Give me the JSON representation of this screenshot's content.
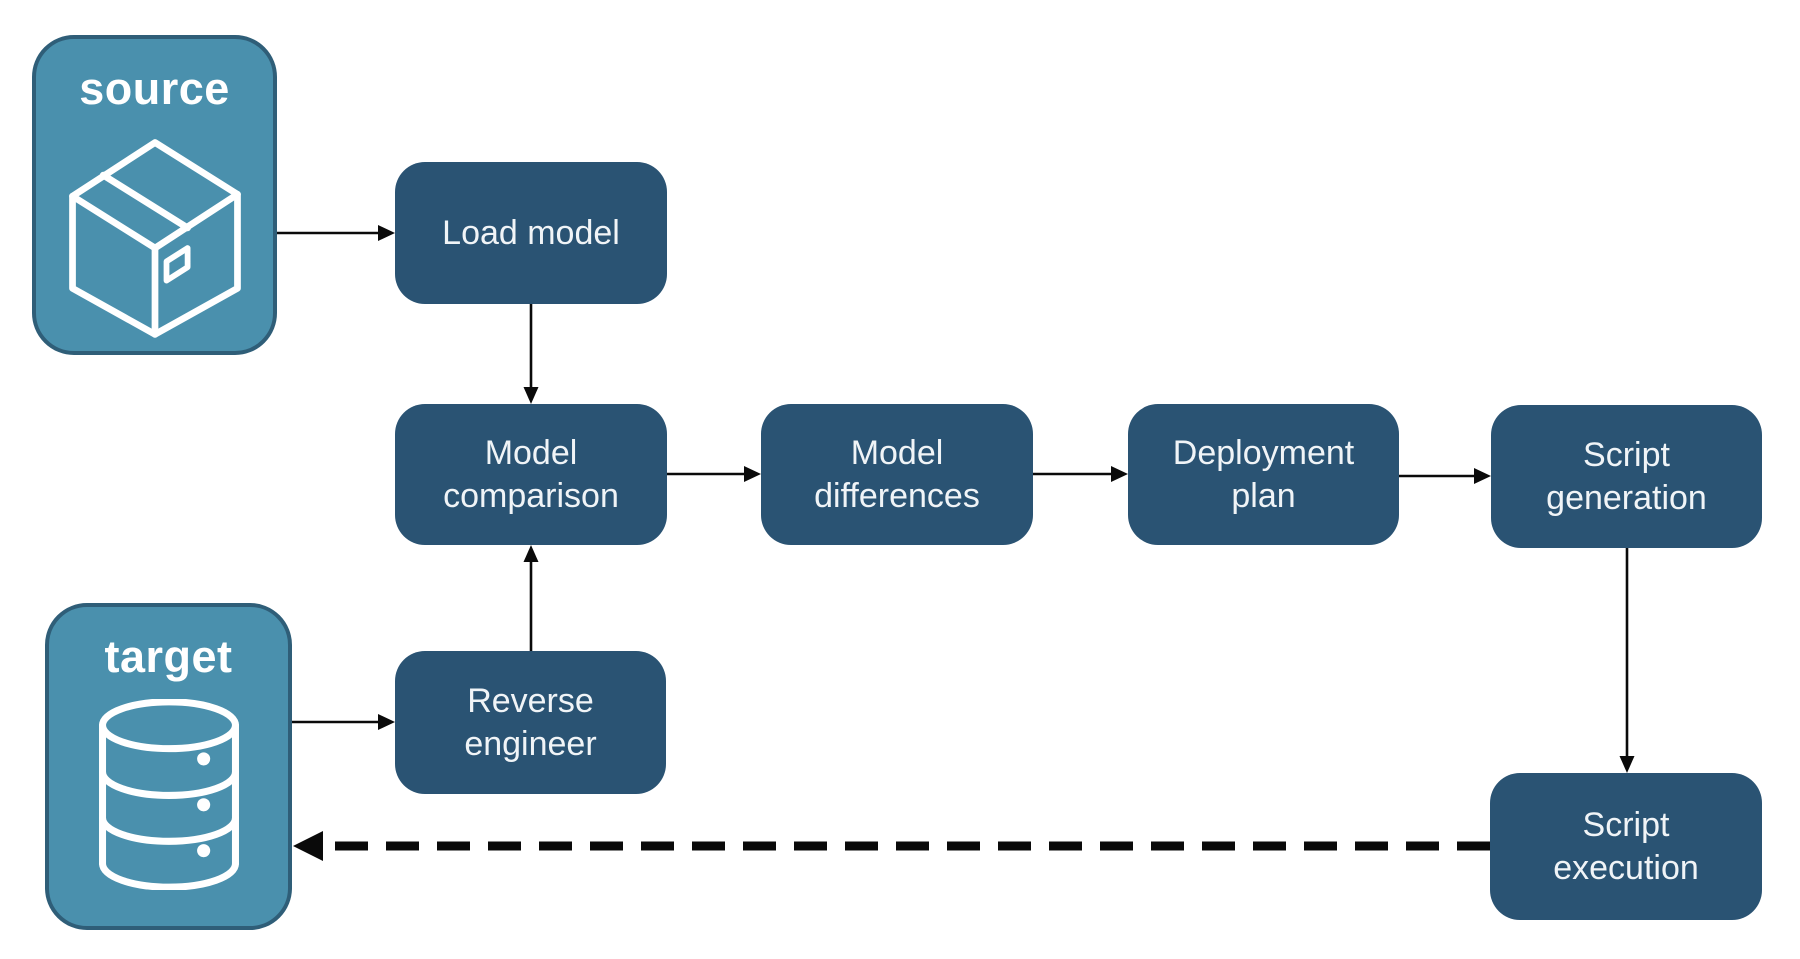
{
  "diagram_type": "flowchart",
  "colors": {
    "background": "#ffffff",
    "entity_fill": "#4a90ad",
    "entity_border": "#2f5e78",
    "node_fill": "#2a5373",
    "node_text": "#f0f4f7",
    "arrow": "#0a0a0a"
  },
  "entities": {
    "source": {
      "label": "source",
      "icon": "package-icon"
    },
    "target": {
      "label": "target",
      "icon": "database-icon"
    }
  },
  "nodes": {
    "load_model": {
      "label": "Load model"
    },
    "model_comparison": {
      "line1": "Model",
      "line2": "comparison"
    },
    "model_differences": {
      "line1": "Model",
      "line2": "differences"
    },
    "deployment_plan": {
      "line1": "Deployment",
      "line2": "plan"
    },
    "script_generation": {
      "line1": "Script",
      "line2": "generation"
    },
    "reverse_engineer": {
      "line1": "Reverse",
      "line2": "engineer"
    },
    "script_execution": {
      "line1": "Script",
      "line2": "execution"
    }
  },
  "edges": [
    {
      "from": "source",
      "to": "load_model",
      "style": "solid"
    },
    {
      "from": "load_model",
      "to": "model_comparison",
      "style": "solid"
    },
    {
      "from": "model_comparison",
      "to": "model_differences",
      "style": "solid"
    },
    {
      "from": "model_differences",
      "to": "deployment_plan",
      "style": "solid"
    },
    {
      "from": "deployment_plan",
      "to": "script_generation",
      "style": "solid"
    },
    {
      "from": "script_generation",
      "to": "script_execution",
      "style": "solid"
    },
    {
      "from": "reverse_engineer",
      "to": "model_comparison",
      "style": "solid"
    },
    {
      "from": "target",
      "to": "reverse_engineer",
      "style": "solid"
    },
    {
      "from": "script_execution",
      "to": "target",
      "style": "dashed"
    }
  ]
}
